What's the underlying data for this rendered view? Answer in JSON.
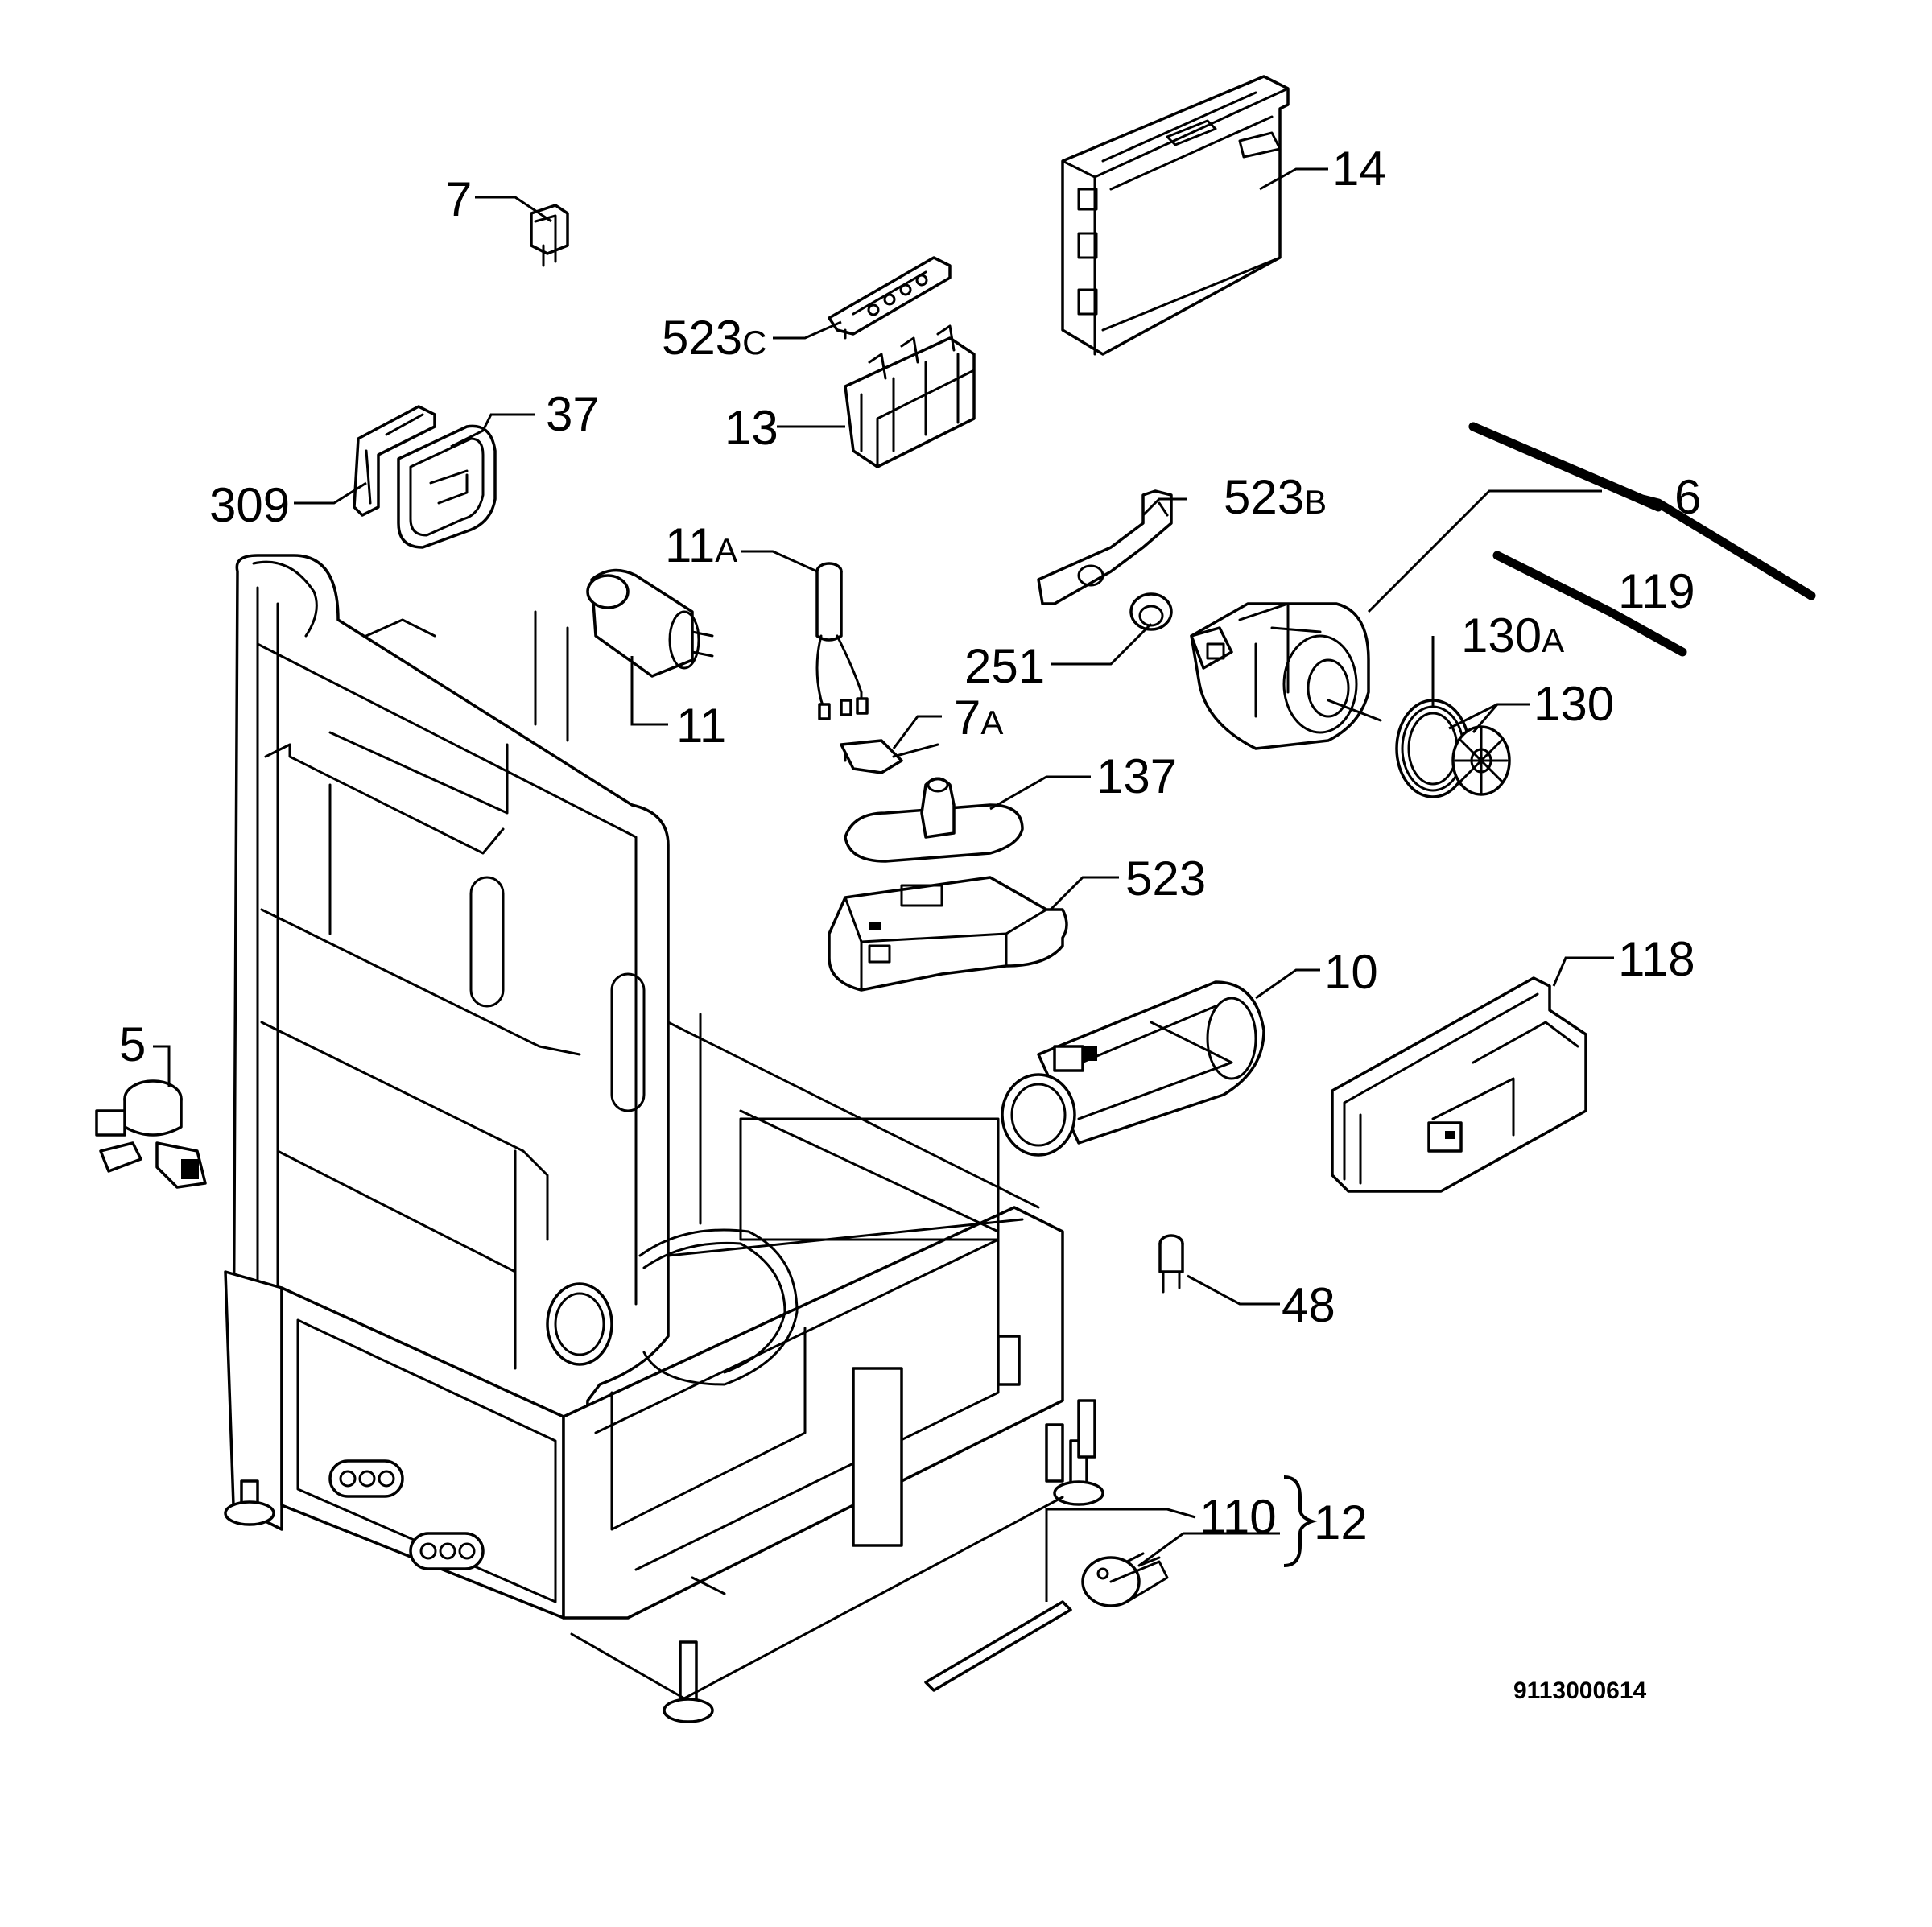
{
  "labels": {
    "p7": "7",
    "p14": "14",
    "p523c": "523",
    "p523c_suffix": "C",
    "p13": "13",
    "p37": "37",
    "p309": "309",
    "p523b": "523",
    "p523b_suffix": "B",
    "p6": "6",
    "p11a": "11",
    "p11a_suffix": "A",
    "p119": "119",
    "p130a": "130",
    "p130a_suffix": "A",
    "p251": "251",
    "p130": "130",
    "p11": "11",
    "p7a": "7",
    "p7a_suffix": "A",
    "p137": "137",
    "p523": "523",
    "p10": "10",
    "p118": "118",
    "p5": "5",
    "p48": "48",
    "p110": "110",
    "p12": "12"
  },
  "document_code": "9113000614"
}
